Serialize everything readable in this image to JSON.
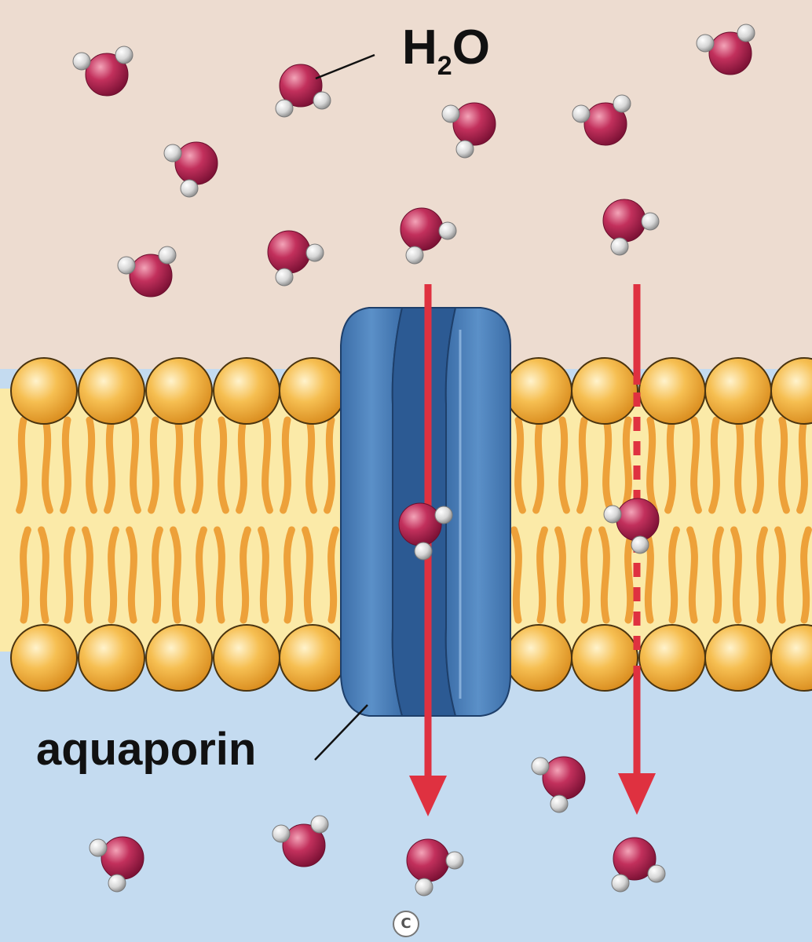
{
  "labels": {
    "water": {
      "main": "H",
      "subscript": "2",
      "tail": "O"
    },
    "channel": "aquaporin",
    "copyright_mark": "C"
  },
  "colors": {
    "extracellular": "#eeddd0",
    "intracellular": "#c6dcef",
    "lipid_head": "#f2b040",
    "lipid_head_edge": "#4a3410",
    "lipid_tail": "#eda13a",
    "core": "#fbe9a6",
    "protein": "#4f82bb",
    "protein_dark": "#2a5791",
    "oxygen": "#b2204c",
    "hydrogen": "#d9d9d9",
    "arrow": "#df3140"
  },
  "icons": [
    "water-molecule-icon",
    "aquaporin-channel-icon",
    "lipid-bilayer-icon",
    "arrow-down-icon",
    "copyright-icon"
  ]
}
